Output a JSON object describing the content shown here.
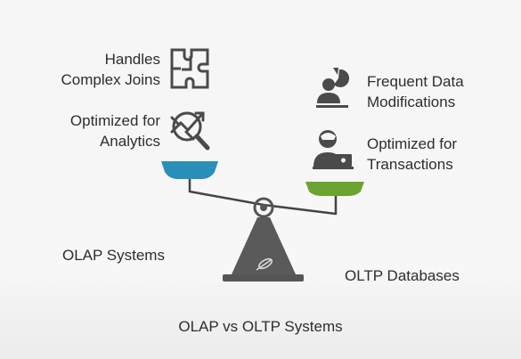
{
  "left": {
    "features": [
      {
        "line1": "Handles",
        "line2": "Complex Joins",
        "icon": "puzzle-icon"
      },
      {
        "line1": "Optimized for",
        "line2": "Analytics",
        "icon": "analytics-icon"
      }
    ],
    "system_label": "OLAP Systems",
    "pan_color": "#2a8fb8"
  },
  "right": {
    "features": [
      {
        "line1": "Frequent Data",
        "line2": "Modifications",
        "icon": "data-modification-icon"
      },
      {
        "line1": "Optimized for",
        "line2": "Transactions",
        "icon": "transaction-user-icon"
      }
    ],
    "system_label": "OLTP Databases",
    "pan_color": "#6aa32f"
  },
  "title": "OLAP vs OLTP Systems",
  "colors": {
    "scale": "#555555",
    "text": "#2d2d2d"
  }
}
